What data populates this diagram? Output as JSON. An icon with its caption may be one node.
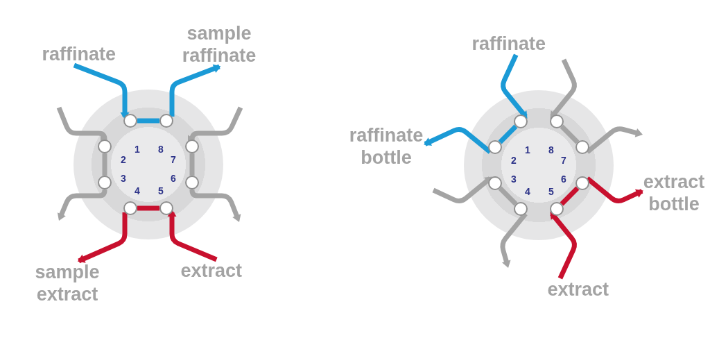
{
  "diagram": {
    "nodes": [
      {
        "text": [
          "raffinate"
        ]
      },
      {
        "text": [
          "sample raffinate"
        ]
      },
      {
        "text": [],
        "shape": "circle"
      },
      {
        "text": [],
        "shape": "circle",
        "in": 2,
        "beside": [
          "1"
        ]
      },
      {
        "text": [],
        "shape": "circle",
        "in": 2,
        "beside": [
          "2"
        ]
      },
      {
        "text": [],
        "shape": "circle",
        "in": 2,
        "beside": [
          "3"
        ]
      },
      {
        "text": [],
        "shape": "circle",
        "in": 2,
        "beside": [
          "4"
        ]
      },
      {
        "text": [],
        "shape": "circle",
        "in": 2,
        "beside": [
          "5"
        ]
      },
      {
        "text": [],
        "shape": "circle",
        "in": 2,
        "beside": [
          "6"
        ]
      },
      {
        "text": [],
        "shape": "circle",
        "in": 2,
        "beside": [
          "7"
        ]
      },
      {
        "text": [],
        "shape": "circle",
        "in": 2,
        "beside": [
          "8"
        ]
      },
      {
        "text": [
          "sample extract"
        ]
      },
      {
        "text": [
          "extract"
        ]
      },
      {
        "text": [
          "raffinate"
        ]
      },
      {
        "text": [
          "raffinate bottle"
        ]
      },
      {
        "text": [],
        "shape": "circle"
      },
      {
        "text": [],
        "shape": "circle",
        "in": 15,
        "beside": [
          "1"
        ]
      },
      {
        "text": [],
        "shape": "circle",
        "in": 15,
        "beside": [
          "2"
        ]
      },
      {
        "text": [],
        "shape": "circle",
        "in": 15,
        "beside": [
          "3"
        ]
      },
      {
        "text": [],
        "shape": "circle",
        "in": 15,
        "beside": [
          "4"
        ]
      },
      {
        "text": [],
        "shape": "circle",
        "in": 15,
        "beside": [
          "5"
        ]
      },
      {
        "text": [],
        "shape": "circle",
        "in": 15,
        "beside": [
          "6"
        ]
      },
      {
        "text": [],
        "shape": "circle",
        "in": 15,
        "beside": [
          "7"
        ]
      },
      {
        "text": [],
        "shape": "circle",
        "in": 15,
        "beside": [
          "8"
        ]
      },
      {
        "text": [
          "extract bottle"
        ]
      },
      {
        "text": [
          "extract"
        ]
      }
    ],
    "edges": [
      {
        "from": 0,
        "to": 3,
        "arrow": "to",
        "color": "#1b9ad6"
      },
      {
        "from": 3,
        "to": 10,
        "arrow": "none",
        "color": "#1b9ad6"
      },
      {
        "from": 10,
        "to": 1,
        "arrow": "to",
        "color": "#1b9ad6"
      },
      {
        "from": null,
        "to": 4,
        "arrow": "to"
      },
      {
        "from": 4,
        "to": 5,
        "arrow": "none"
      },
      {
        "from": 5,
        "to": null,
        "arrow": "to"
      },
      {
        "from": null,
        "to": 9,
        "arrow": "to"
      },
      {
        "from": 9,
        "to": 8,
        "arrow": "none"
      },
      {
        "from": 8,
        "to": null,
        "arrow": "to"
      },
      {
        "from": 12,
        "to": 7,
        "arrow": "to",
        "color": "#c8102e"
      },
      {
        "from": 7,
        "to": 6,
        "arrow": "none",
        "color": "#c8102e"
      },
      {
        "from": 6,
        "to": 11,
        "arrow": "to",
        "color": "#c8102e"
      },
      {
        "from": 13,
        "to": 16,
        "arrow": "to",
        "color": "#1b9ad6"
      },
      {
        "from": 16,
        "to": 17,
        "arrow": "none",
        "color": "#1b9ad6"
      },
      {
        "from": 17,
        "to": 14,
        "arrow": "to",
        "color": "#1b9ad6"
      },
      {
        "from": null,
        "to": 23,
        "arrow": "to"
      },
      {
        "from": 23,
        "to": 22,
        "arrow": "none"
      },
      {
        "from": 22,
        "to": null,
        "arrow": "to"
      },
      {
        "from": 25,
        "to": 20,
        "arrow": "to",
        "color": "#c8102e"
      },
      {
        "from": 20,
        "to": 21,
        "arrow": "none",
        "color": "#c8102e"
      },
      {
        "from": 21,
        "to": 24,
        "arrow": "to",
        "color": "#c8102e"
      },
      {
        "from": null,
        "to": 18,
        "arrow": "to"
      },
      {
        "from": 18,
        "to": 19,
        "arrow": "none"
      },
      {
        "from": 19,
        "to": null,
        "arrow": "to"
      }
    ]
  }
}
